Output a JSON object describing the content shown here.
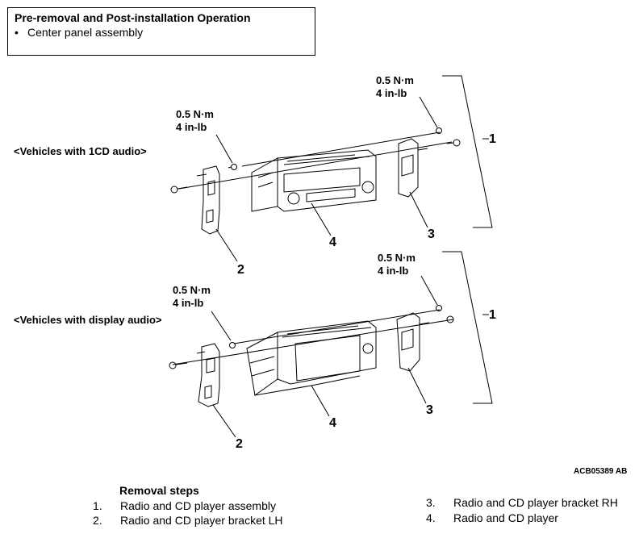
{
  "operation_box": {
    "title": "Pre-removal and Post-installation Operation",
    "items": [
      "Center panel assembly"
    ]
  },
  "diagrams": [
    {
      "variant_label": "<Vehicles with 1CD audio>",
      "torque_left": {
        "line1": "0.5 N·m",
        "line2": "4 in-lb"
      },
      "torque_right": {
        "line1": "0.5 N·m",
        "line2": "4 in-lb"
      },
      "callouts": [
        "1",
        "2",
        "3",
        "4"
      ]
    },
    {
      "variant_label": "<Vehicles with display audio>",
      "torque_left": {
        "line1": "0.5 N·m",
        "line2": "4 in-lb"
      },
      "torque_right": {
        "line1": "0.5 N·m",
        "line2": "4 in-lb"
      },
      "callouts": [
        "1",
        "2",
        "3",
        "4"
      ]
    }
  ],
  "figure_ref": "ACB05389 AB",
  "removal": {
    "title": "Removal steps",
    "steps": [
      {
        "num": "1.",
        "text": "Radio and CD player assembly"
      },
      {
        "num": "2.",
        "text": "Radio and CD player bracket LH"
      },
      {
        "num": "3.",
        "text": "Radio and CD player bracket RH"
      },
      {
        "num": "4.",
        "text": "Radio and CD player"
      }
    ]
  }
}
